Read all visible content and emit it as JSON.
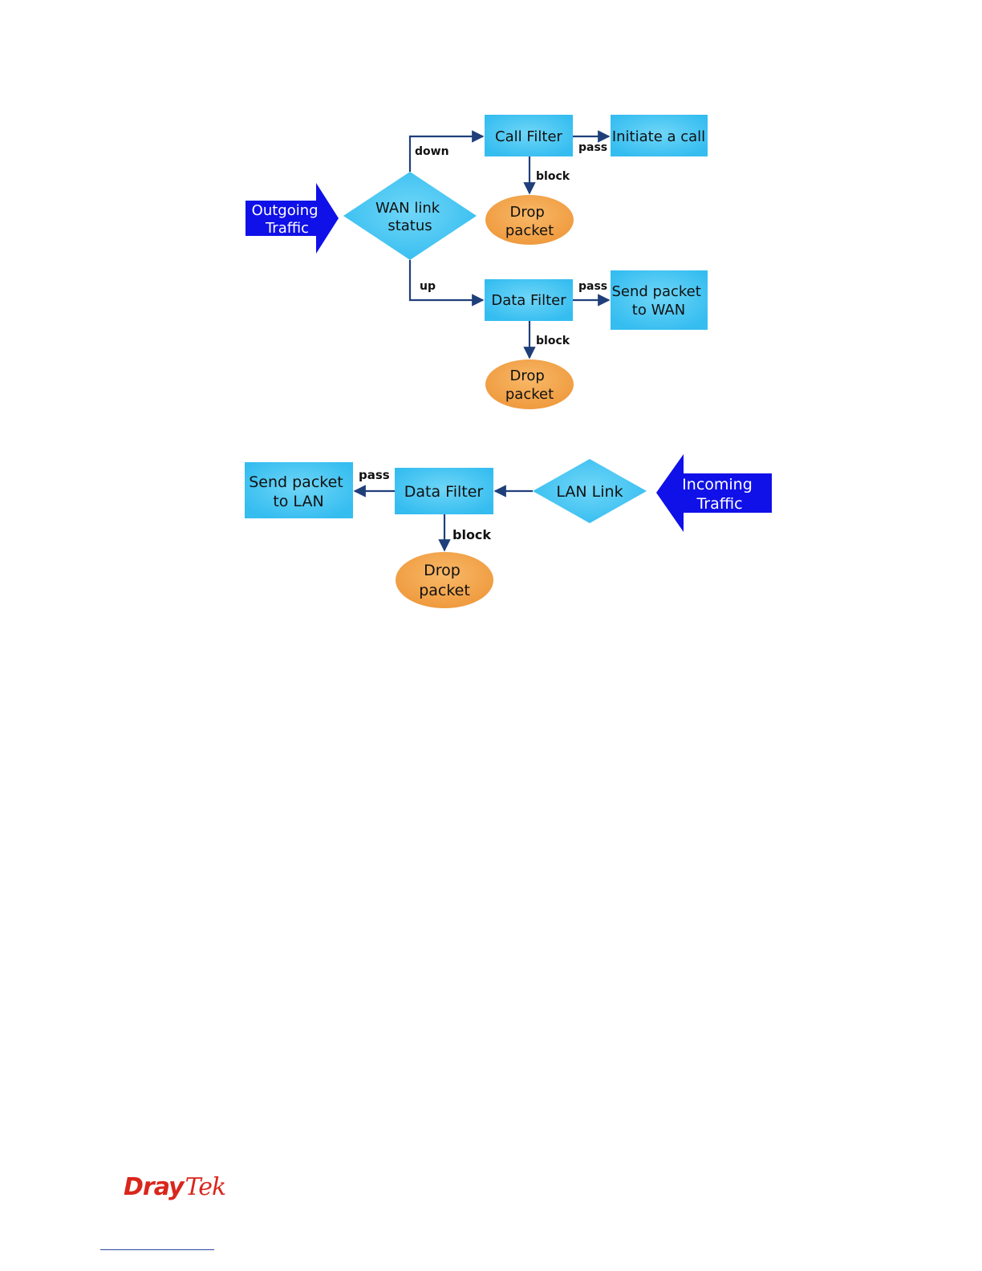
{
  "colors": {
    "process": "#3fc6f4",
    "decision": "#46c3f0",
    "terminal": "#f4a24a",
    "traffic": "#1010e8",
    "edge": "#1f3f7a",
    "logo": "#d9261c"
  },
  "outgoing": {
    "traffic": [
      "Outgoing",
      "Traffic"
    ],
    "decision": [
      "WAN link",
      "status"
    ],
    "call_filter": [
      "Call Filter"
    ],
    "initiate_call": [
      "Initiate a call"
    ],
    "drop_packet_call": [
      "Drop",
      "packet"
    ],
    "data_filter": [
      "Data Filter"
    ],
    "send_wan": [
      "Send packet",
      "to WAN"
    ],
    "drop_packet_data": [
      "Drop",
      "packet"
    ],
    "labels": {
      "down": "down",
      "up": "up",
      "pass_call": "pass",
      "block_call": "block",
      "pass_data": "pass",
      "block_data": "block"
    }
  },
  "incoming": {
    "traffic": [
      "Incoming",
      "Traffic"
    ],
    "decision": [
      "LAN Link"
    ],
    "data_filter": [
      "Data Filter"
    ],
    "send_lan": [
      "Send packet",
      "to LAN"
    ],
    "drop_packet": [
      "Drop",
      "packet"
    ],
    "labels": {
      "pass": "pass",
      "block": "block"
    }
  },
  "footer": {
    "logo_dray": "Dray",
    "logo_tek": "Tek"
  }
}
